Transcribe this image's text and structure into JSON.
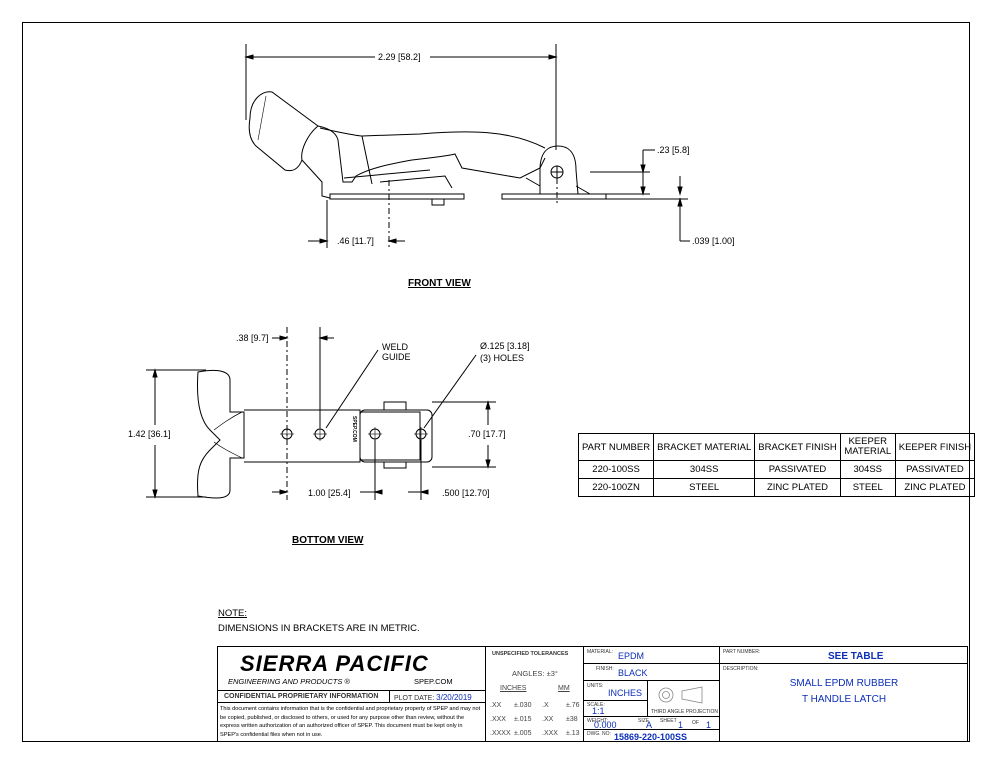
{
  "dims": {
    "overall_width": "2.29",
    "overall_width_mm": "58.2",
    "height_23": ".23",
    "height_23_mm": "5.8",
    "thick": ".039",
    "thick_mm": "1.00",
    "offset_46": ".46",
    "offset_46_mm": "11.7",
    "d38": ".38",
    "d38_mm": "9.7",
    "d142": "1.42",
    "d142_mm": "36.1",
    "d100": "1.00",
    "d100_mm": "25.4",
    "d500": ".500",
    "d500_mm": "12.70",
    "d70": ".70",
    "d70_mm": "17.7",
    "hole_dia": "Ø.125",
    "hole_dia_mm": "3.18",
    "holes_note": "(3) HOLES",
    "weld_line1": "WELD",
    "weld_line2": "GUIDE",
    "spep_mark": "SPEP.COM"
  },
  "views": {
    "front": "FRONT VIEW",
    "bottom": "BOTTOM VIEW"
  },
  "note": {
    "title": "NOTE:",
    "text": "DIMENSIONS IN BRACKETS ARE IN METRIC."
  },
  "table": {
    "headers": [
      "PART NUMBER",
      "BRACKET MATERIAL",
      "BRACKET FINISH",
      "KEEPER MATERIAL",
      "KEEPER FINISH"
    ],
    "rows": [
      [
        "220-100SS",
        "304SS",
        "PASSIVATED",
        "304SS",
        "PASSIVATED"
      ],
      [
        "220-100ZN",
        "STEEL",
        "ZINC PLATED",
        "STEEL",
        "ZINC PLATED"
      ]
    ]
  },
  "title_block": {
    "company": "SIERRA PACIFIC",
    "company_sub": "ENGINEERING AND PRODUCTS",
    "registered": "®",
    "website": "SPEP.COM",
    "confidential": "CONFIDENTIAL PROPRIETARY INFORMATION",
    "plot_date_label": "PLOT DATE:",
    "plot_date": "3/20/2019",
    "disclaimer": "This document contains information that is the confidential and proprietary property of SPEP and may not be copied, published, or disclosed to others, or used for any purpose other than review, without the express written authorization of an authorized officer of SPEP. This document must be kept only in SPEP's confidential files when not in use.",
    "tol_title": "UNSPECIFIED TOLERANCES",
    "angles": "ANGLES: ±3°",
    "inches_hdr": "INCHES",
    "mm_hdr": "MM",
    "tol_rows": [
      [
        ".XX",
        "±.030",
        ".X",
        "±.76"
      ],
      [
        ".XXX",
        "±.015",
        ".XX",
        "±38"
      ],
      [
        ".XXXX",
        "±.005",
        ".XXX",
        "±.13"
      ]
    ],
    "material_label": "MATERIAL:",
    "material": "EPDM",
    "finish_label": "FINISH:",
    "finish": "BLACK",
    "units_label": "UNITS:",
    "units": "INCHES",
    "scale_label": "SCALE:",
    "scale": "1:1",
    "projection": "THIRD ANGLE PROJECTION",
    "weight_label": "WEIGHT:",
    "weight": "0.000",
    "size_label": "SIZE",
    "size": "A",
    "sheet_label": "SHEET",
    "sheet": "1",
    "of_label": "OF",
    "sheet_total": "1",
    "dwg_label": "DWG. NO:",
    "dwg_no": "15869-220-100SS",
    "part_number_label": "PART NUMBER:",
    "part_number": "SEE TABLE",
    "description_label": "DESCRIPTION:",
    "desc_line1": "SMALL EPDM RUBBER",
    "desc_line2": "T HANDLE LATCH"
  }
}
